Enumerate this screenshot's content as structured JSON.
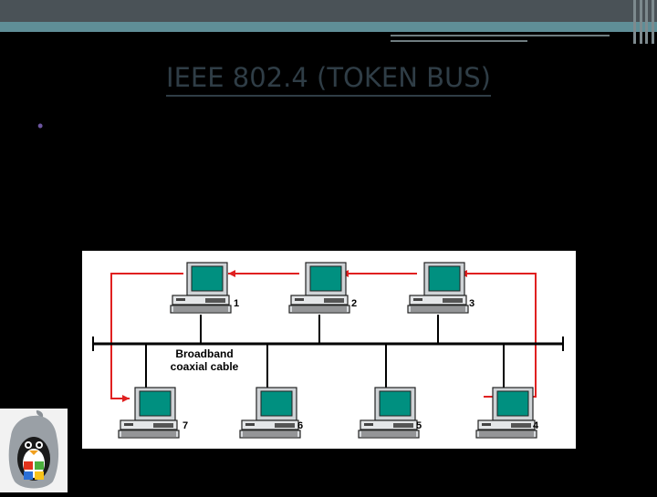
{
  "slide": {
    "title": "IEEE 802.4 (TOKEN BUS)",
    "bullet": "•"
  },
  "diagram": {
    "cable_label_line1": "Broadband",
    "cable_label_line2": "coaxial cable",
    "stations": [
      {
        "label": "1"
      },
      {
        "label": "2"
      },
      {
        "label": "3"
      },
      {
        "label": "4"
      },
      {
        "label": "5"
      },
      {
        "label": "6"
      },
      {
        "label": "7"
      }
    ],
    "colors": {
      "token_path": "#e02020",
      "screen": "#009080",
      "bus": "#000000"
    }
  }
}
